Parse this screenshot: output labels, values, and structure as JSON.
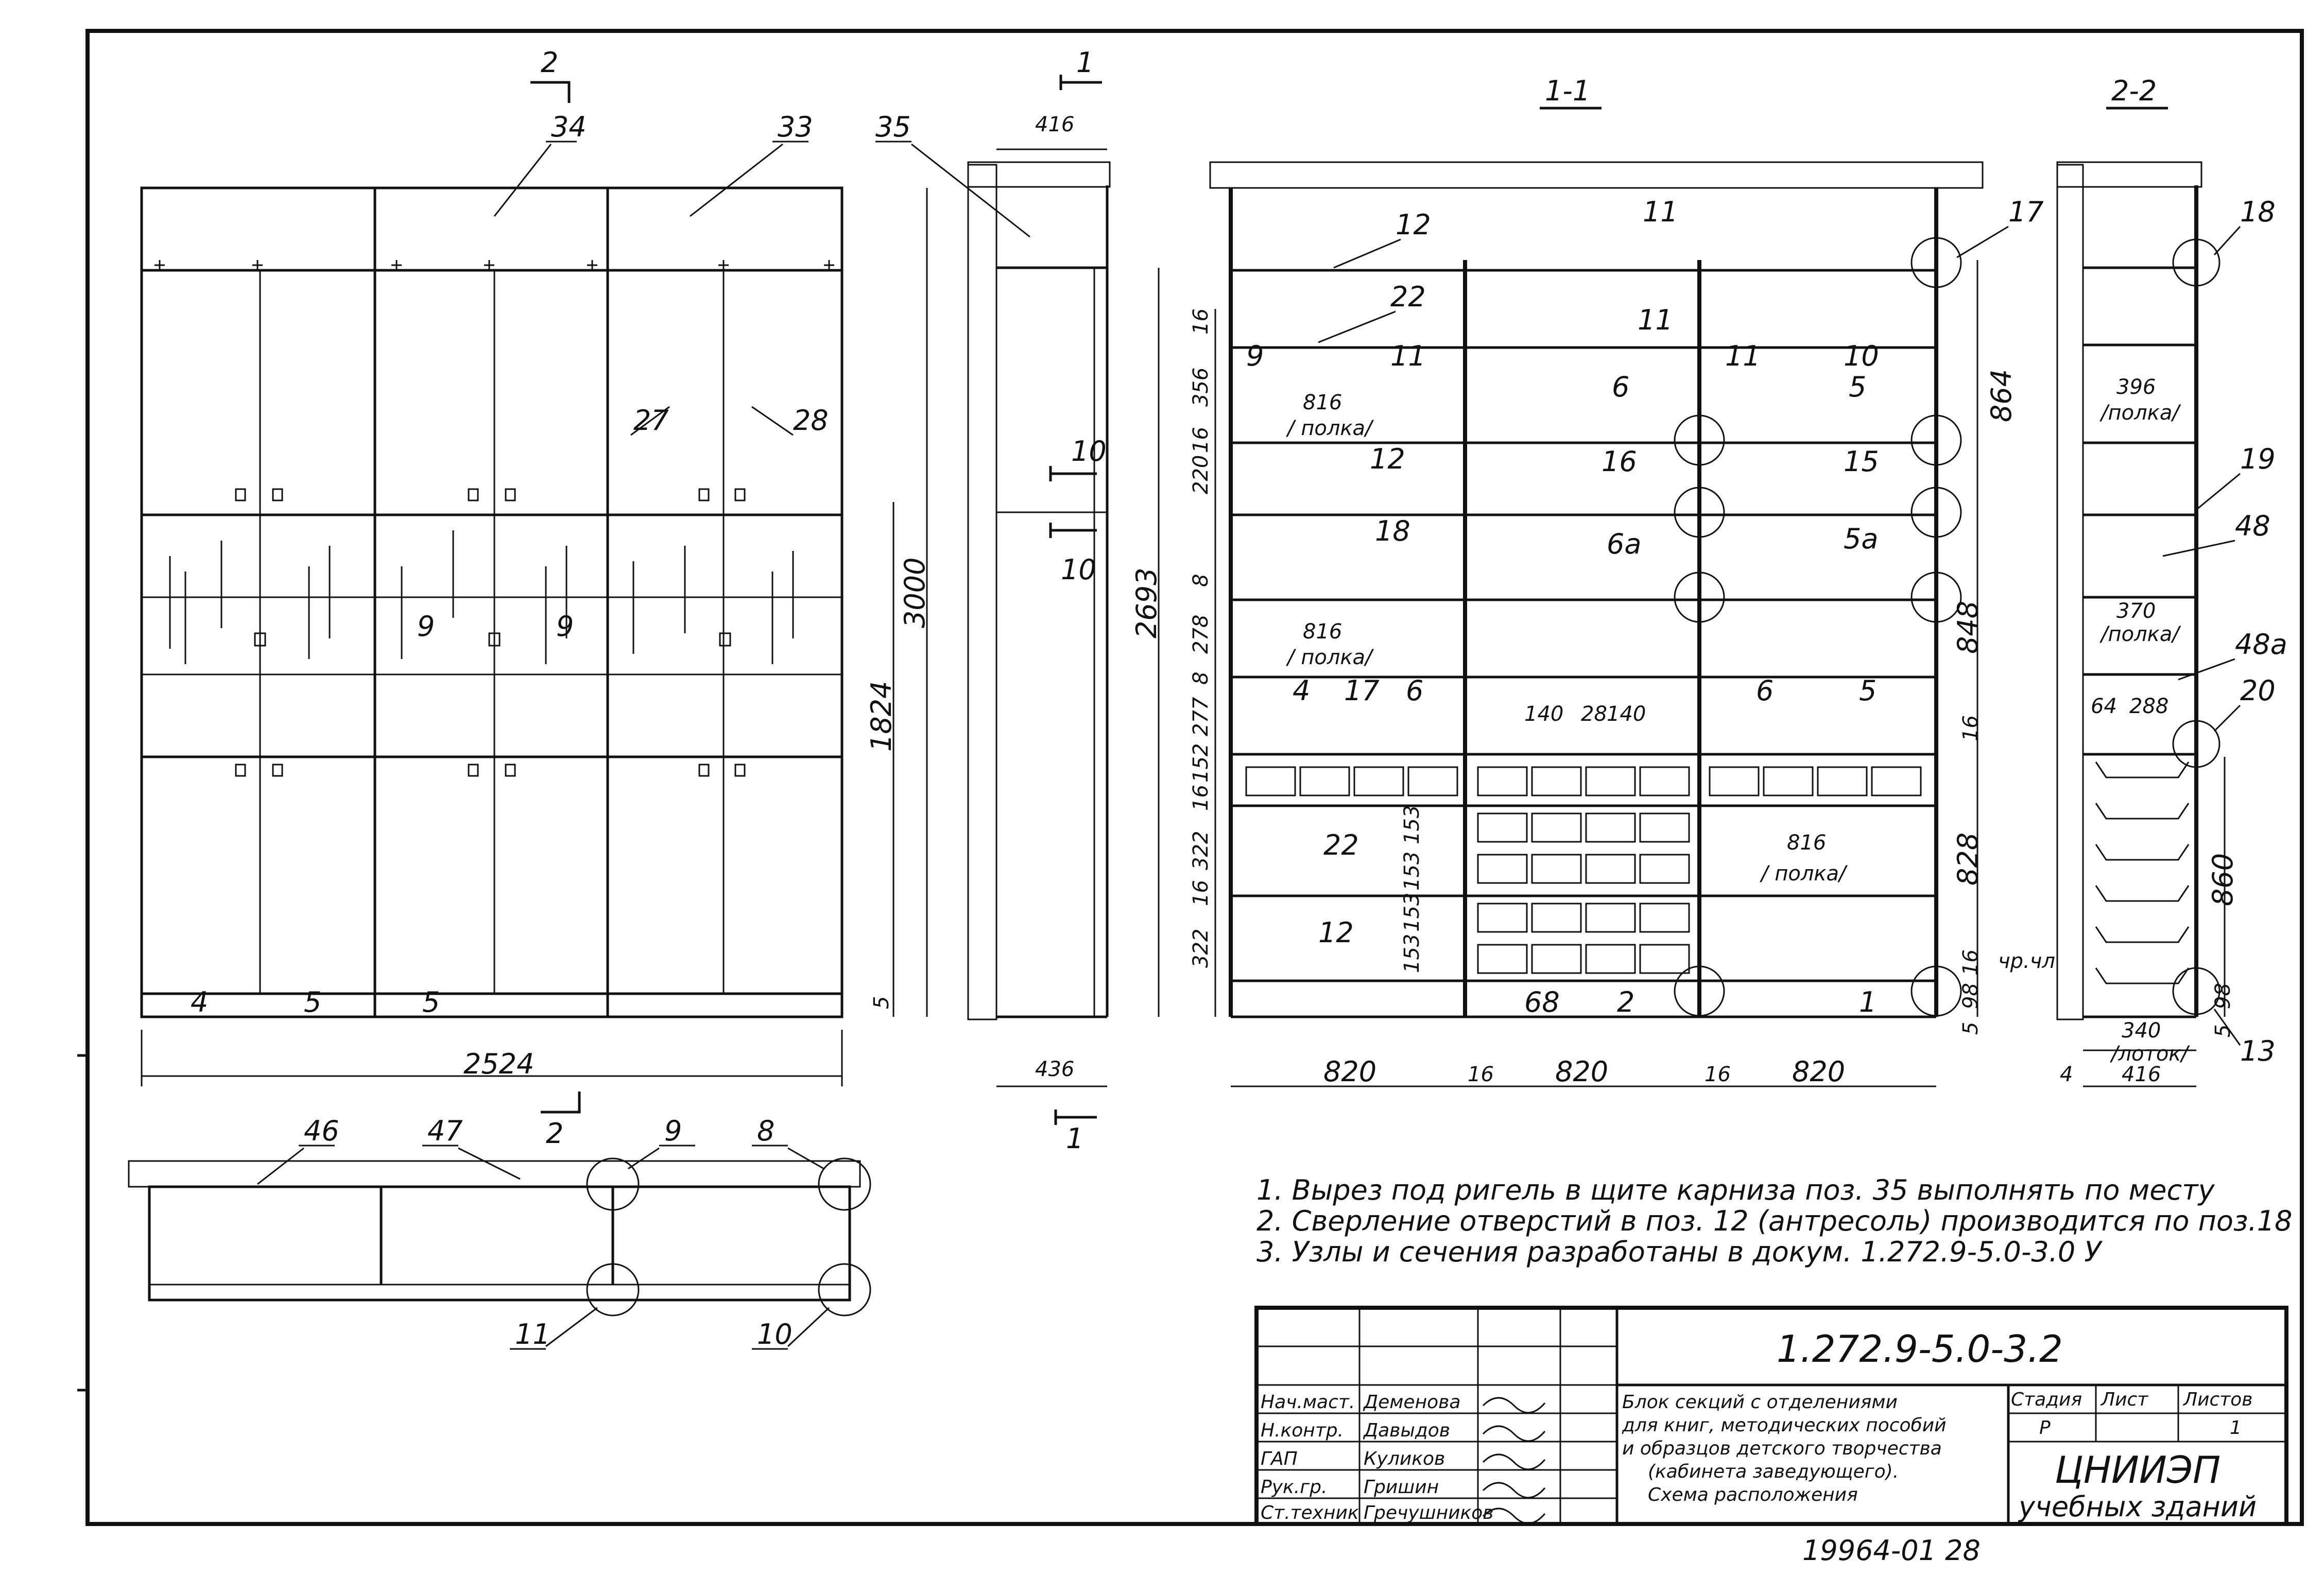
{
  "front_view": {
    "section_mark_2_top": "2",
    "pos_34": "34",
    "pos_33": "33",
    "pos_27": "27",
    "pos_28": "28",
    "pos_9a": "9",
    "pos_9b": "9",
    "height_total": "3000",
    "height_lower": "1824",
    "bottom_gap": "5",
    "width_total": "2524",
    "base_4": "4",
    "base_5a": "5",
    "base_5b": "5",
    "section_mark_2_bottom": "2"
  },
  "side_view": {
    "section_mark_1_top": "1",
    "width_top": "416",
    "pos_35": "35",
    "height_2693": "2693",
    "section_10_top": "10",
    "section_10_bottom": "10",
    "width_bottom": "436",
    "section_mark_1_bottom": "1"
  },
  "section_1_1": {
    "title": "1-1",
    "labels": {
      "p12a": "12",
      "p22a": "22",
      "p9": "9",
      "p11a": "11",
      "p11b": "11",
      "p11c": "11",
      "p11d": "11",
      "p10": "10",
      "p6": "6",
      "p5": "5",
      "p16": "16",
      "p15": "15",
      "p12b": "12",
      "p18": "18",
      "p6a": "6а",
      "p5a": "5а",
      "p4": "4",
      "p17": "17",
      "p6b": "6",
      "p6c": "6",
      "p5b": "5",
      "p22b": "22",
      "p12c": "12",
      "p68": "68",
      "p2": "2",
      "p1": "1",
      "p17top": "17"
    },
    "shelf_label": "/ полка/",
    "dims_left": [
      "16",
      "356",
      "16",
      "220",
      "8",
      "278",
      "8",
      "277",
      "152",
      "16",
      "322",
      "16",
      "322"
    ],
    "dims_right": [
      "864",
      "848",
      "16",
      "828",
      "16",
      "98",
      "5"
    ],
    "dims_816": [
      "816",
      "816",
      "816"
    ],
    "dims_inner": [
      "153",
      "153",
      "153",
      "153"
    ],
    "dims_140": [
      "140",
      "28",
      "140"
    ],
    "dims_bottom": [
      "820",
      "16",
      "820",
      "16",
      "820"
    ],
    "level_mark": "чр.чл"
  },
  "section_2_2": {
    "title": "2-2",
    "labels": {
      "p18": "18",
      "p19": "19",
      "p48": "48",
      "p48a": "48а",
      "p20": "20",
      "p13": "13"
    },
    "dims": {
      "d396": "396",
      "shelf1": "/полка/",
      "d370": "370",
      "shelf2": "/полка/",
      "d64": "64",
      "d288": "288",
      "d860": "860",
      "d98": "98",
      "d5": "5",
      "d340": "340",
      "tray": "/лоток/",
      "d416": "416",
      "d4": "4"
    }
  },
  "plan_view": {
    "pos_46": "46",
    "pos_47": "47",
    "pos_2": "2",
    "pos_9": "9",
    "pos_8": "8",
    "pos_11": "11",
    "pos_10": "10"
  },
  "notes": [
    "1. Вырез под ригель в щите карниза поз. 35 выполнять по месту",
    "2. Сверление отверстий в поз. 12 (антресоль) производится по поз.18",
    "3. Узлы и сечения разработаны в докум. 1.272.9-5.0-3.0 У"
  ],
  "title_block": {
    "code": "1.272.9-5.0-3.2",
    "roles": [
      "Нач.маст.",
      "Н.контр.",
      "ГАП",
      "Рук.гр.",
      "Ст.техник"
    ],
    "names": [
      "Деменова",
      "Давыдов",
      "Куликов",
      "Гришин",
      "Гречушников"
    ],
    "description": [
      "Блок секций с отделениями",
      "для книг, методических пособий",
      "и образцов детского творчества",
      "(кабинета заведующего).",
      "Схема расположения"
    ],
    "stage_header": "Стадия",
    "sheet_header": "Лист",
    "sheets_header": "Листов",
    "stage": "Р",
    "sheet": "1",
    "org": "ЦНИИЭП",
    "org_sub": "учебных зданий"
  },
  "footer_number": "19964-01  28"
}
